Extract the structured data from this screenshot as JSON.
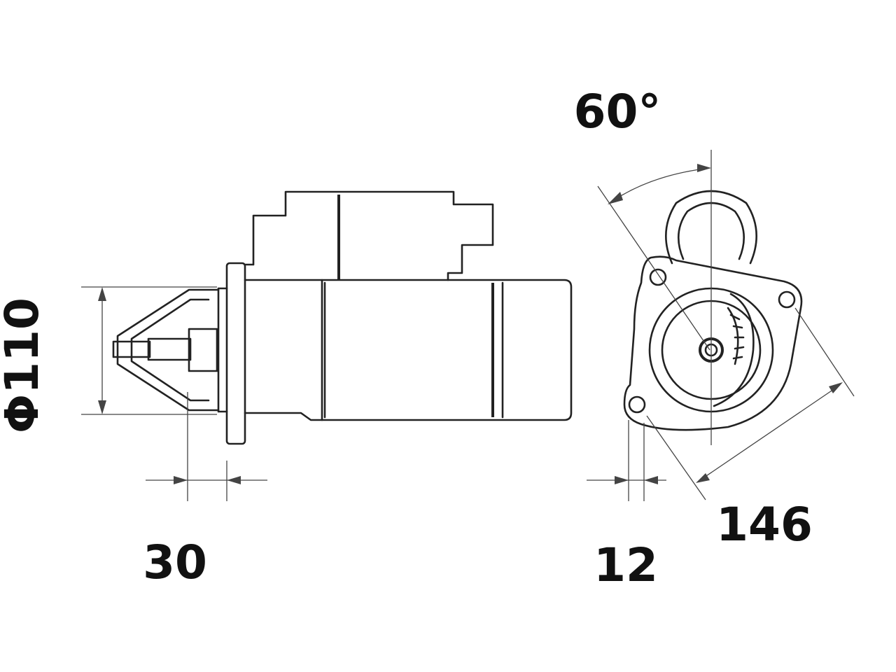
{
  "dimensions": {
    "diameter": "Φ110",
    "flange_offset": "30",
    "angle": "60°",
    "flange_thickness": "12",
    "bolt_spacing": "146"
  }
}
